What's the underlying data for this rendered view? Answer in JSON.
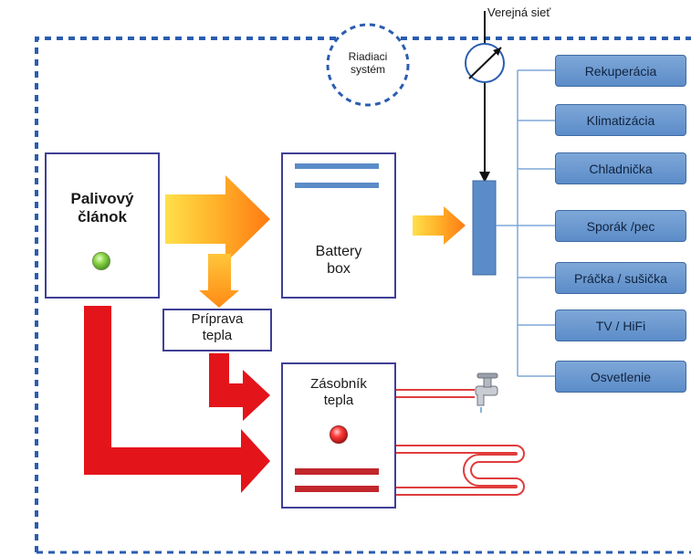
{
  "diagram": {
    "control_system": "Riadiaci\nsystém",
    "grid": "Verejná sieť",
    "fuel_cell": "Palivový\nčlánok",
    "battery": "Battery\nbox",
    "heat_prep": "Príprava\ntepla",
    "heat_storage": "Zásobník\ntepla",
    "loads": [
      "Rekuperácia",
      "Klimatizácia",
      "Chladnička",
      "Sporák /pec",
      "Práčka / sušička",
      "TV / HiFi",
      "Osvetlenie"
    ]
  },
  "colors": {
    "boundary": "#2a5db0",
    "box_border": "#3f3f96",
    "load_fill": "#6f9bd3",
    "hot_arrow": "#f7a21b",
    "heat_arrow": "#e4141b",
    "pipe": "#e03c3c"
  },
  "icons": [
    "green-led-icon",
    "red-led-icon",
    "faucet-icon",
    "meter-icon"
  ]
}
